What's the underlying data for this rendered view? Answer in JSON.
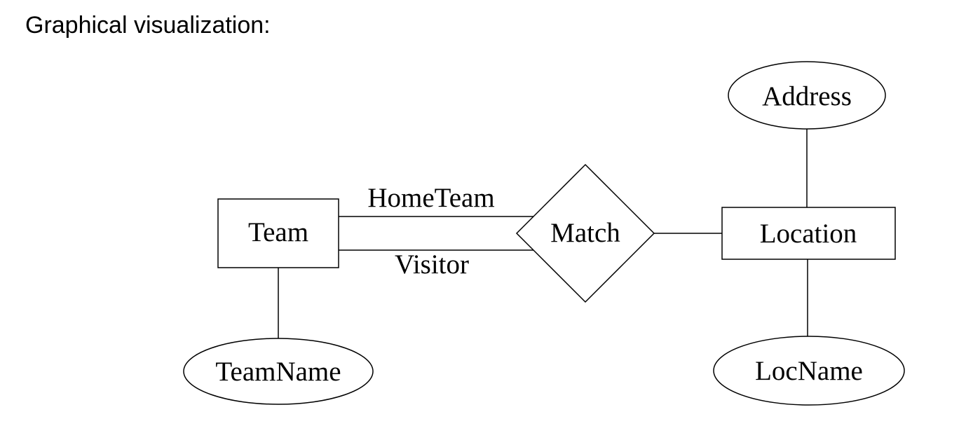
{
  "page": {
    "title": "Graphical visualization:"
  },
  "diagram": {
    "type": "er-diagram",
    "entities": [
      {
        "id": "team",
        "label": "Team",
        "shape": "rectangle"
      },
      {
        "id": "location",
        "label": "Location",
        "shape": "rectangle"
      }
    ],
    "relationships": [
      {
        "id": "match",
        "label": "Match",
        "shape": "diamond"
      }
    ],
    "attributes": [
      {
        "id": "address",
        "label": "Address",
        "shape": "ellipse",
        "attached_to": "Location"
      },
      {
        "id": "teamname",
        "label": "TeamName",
        "shape": "ellipse",
        "attached_to": "Team"
      },
      {
        "id": "locname",
        "label": "LocName",
        "shape": "ellipse",
        "attached_to": "Location"
      }
    ],
    "edges": [
      {
        "from": "Team",
        "to": "Match",
        "label": "HomeTeam"
      },
      {
        "from": "Team",
        "to": "Match",
        "label": "Visitor"
      },
      {
        "from": "Match",
        "to": "Location",
        "label": ""
      },
      {
        "from": "Team",
        "to": "TeamName",
        "label": ""
      },
      {
        "from": "Address",
        "to": "Location",
        "label": ""
      },
      {
        "from": "Location",
        "to": "LocName",
        "label": ""
      }
    ],
    "colors": {
      "stroke": "#000000",
      "text": "#000000",
      "node_fill": "#ffffff",
      "background": "#ffffff"
    }
  }
}
